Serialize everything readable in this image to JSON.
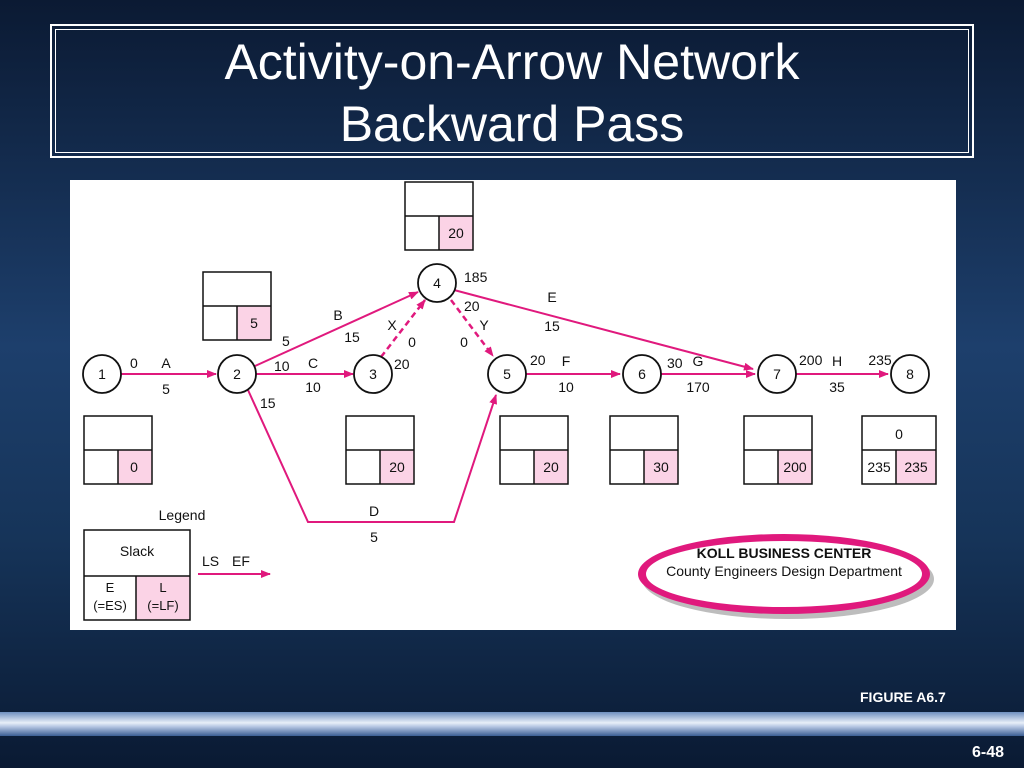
{
  "title": {
    "line1": "Activity-on-Arrow Network",
    "line2": "Backward Pass"
  },
  "figure_label": "FIGURE A6.7",
  "page_number": "6-48",
  "colors": {
    "arrow": "#e0197d",
    "highlight_cell": "#fbd3e6",
    "logo_ring": "#e0197d"
  },
  "nodes": [
    {
      "id": "1",
      "label": "1"
    },
    {
      "id": "2",
      "label": "2"
    },
    {
      "id": "3",
      "label": "3"
    },
    {
      "id": "4",
      "label": "4"
    },
    {
      "id": "5",
      "label": "5"
    },
    {
      "id": "6",
      "label": "6"
    },
    {
      "id": "7",
      "label": "7"
    },
    {
      "id": "8",
      "label": "8"
    }
  ],
  "slack_boxes": [
    {
      "node": "1",
      "slack": "",
      "e": "",
      "l": "0"
    },
    {
      "node": "2",
      "slack": "",
      "e": "",
      "l": "5"
    },
    {
      "node": "3",
      "slack": "",
      "e": "",
      "l": "20"
    },
    {
      "node": "4",
      "slack": "",
      "e": "",
      "l": "20"
    },
    {
      "node": "5",
      "slack": "",
      "e": "",
      "l": "20"
    },
    {
      "node": "6",
      "slack": "",
      "e": "",
      "l": "30"
    },
    {
      "node": "7",
      "slack": "",
      "e": "",
      "l": "200"
    },
    {
      "node": "8",
      "slack": "0",
      "e": "235",
      "l": "235"
    }
  ],
  "activities": [
    {
      "name": "A",
      "from": "1",
      "to": "2",
      "duration": "5",
      "ls": "0",
      "ef": ""
    },
    {
      "name": "B",
      "from": "2",
      "to": "4",
      "duration": "15",
      "ls": "5",
      "ef": ""
    },
    {
      "name": "C",
      "from": "2",
      "to": "3",
      "duration": "10",
      "ls": "10",
      "ef": ""
    },
    {
      "name": "D",
      "from": "2",
      "to": "5",
      "duration": "5",
      "ls": "15",
      "ef": ""
    },
    {
      "name": "X",
      "from": "3",
      "to": "4",
      "duration": "0",
      "ls": "20",
      "ef": "",
      "dummy": true
    },
    {
      "name": "Y",
      "from": "4",
      "to": "5",
      "duration": "0",
      "ls": "20",
      "ef": "",
      "dummy": true
    },
    {
      "name": "E",
      "from": "4",
      "to": "7",
      "duration": "15",
      "ls": "185",
      "ef": ""
    },
    {
      "name": "F",
      "from": "5",
      "to": "6",
      "duration": "10",
      "ls": "20",
      "ef": ""
    },
    {
      "name": "G",
      "from": "6",
      "to": "7",
      "duration": "170",
      "ls": "30",
      "ef": ""
    },
    {
      "name": "H",
      "from": "7",
      "to": "8",
      "duration": "35",
      "ls": "200",
      "ef": "235"
    }
  ],
  "legend": {
    "title": "Legend",
    "slack": "Slack",
    "e_line1": "E",
    "e_line2": "(=ES)",
    "l_line1": "L",
    "l_line2": "(=LF)",
    "ls": "LS",
    "ef": "EF"
  },
  "logo": {
    "line1": "KOLL BUSINESS CENTER",
    "line2": "County Engineers Design Department"
  }
}
